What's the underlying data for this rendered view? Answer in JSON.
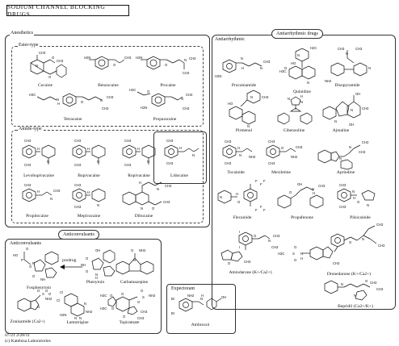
{
  "title": "SODIUM CHANNEL BLOCKING DRUGS",
  "groups": {
    "anesthetics": {
      "label": "Anesthetics",
      "ester_label": "Ester-type",
      "amide_label": "Amide-type",
      "ester_drugs": [
        "Cocaine",
        "Benzocaine",
        "Procaine",
        "Tetracaine",
        "Proparacaine"
      ],
      "amide_drugs": [
        "Levobupivacaine",
        "Bupivacaine",
        "Ropivacaine",
        "Lidocaine",
        "Propitocaine",
        "Mepivacaine",
        "Dibucaine"
      ]
    },
    "antiarrhythmic": {
      "label": "Antiarrhythmic",
      "tag": "Antiarrhythmic drugs",
      "drugs": [
        "Procainamide",
        "Quinidine",
        "Disopyramide",
        "Pirmenol",
        "Cibenzoline",
        "Ajmaline",
        "Tocainide",
        "Mexiletine",
        "Aprindine",
        "Flecainide",
        "Propafenone",
        "Pilsicainide",
        "Amiodarone (K+/Ca2+)",
        "Dronedarone (K+/Ca2+)",
        "Bepridil (Ca2+/K+)"
      ]
    },
    "anticonvulsants": {
      "label": "Anticonvulsants",
      "tag": "Anticonvulsants",
      "drugs": [
        "Fosphenytoin",
        "Phenytoin",
        "Carbamazepine",
        "Zonisamide (Ca2+)",
        "Lamotrigine",
        "Topiramate"
      ],
      "arrow_label": "prodrug"
    },
    "expectorant": {
      "label": "Expectorant",
      "drugs": [
        "Ambroxol"
      ]
    }
  },
  "atom_labels": {
    "cocaine": [
      "CH3",
      "N",
      "O",
      "CH3",
      "O"
    ],
    "benzocaine": [
      "H2N",
      "O",
      "CH3"
    ],
    "procaine": [
      "H2N",
      "O",
      "N",
      "CH3",
      "CH3"
    ],
    "tetracaine": [
      "H3C",
      "N",
      "H",
      "O",
      "N",
      "CH3",
      "CH3"
    ],
    "proparacaine": [
      "H3C",
      "O",
      "H2N",
      "N",
      "CH3",
      "CH3"
    ],
    "levobupivacaine": [
      "CH3",
      "N",
      "H",
      "CH3"
    ],
    "bupivacaine": [
      "CH3",
      "N",
      "H",
      "CH3"
    ],
    "ropivacaine": [
      "CH3",
      "N",
      "H",
      "CH3"
    ],
    "lidocaine": [
      "CH3",
      "H",
      "N",
      "CH3"
    ],
    "propitocaine": [
      "CH3",
      "H",
      "N",
      "CH3"
    ],
    "mepivacaine": [
      "CH3",
      "N",
      "H",
      "CH3"
    ],
    "dibucaine": [
      "N",
      "CH3",
      "O",
      "N",
      "H",
      "CH3"
    ],
    "procainamide": [
      "H2N",
      "N",
      "H",
      "N",
      "CH3"
    ],
    "quinidine": [
      "H2C",
      "N",
      "HO",
      "H3C",
      "O",
      "N"
    ],
    "disopyramide": [
      "CH3",
      "N",
      "CH3",
      "NH2",
      "N"
    ],
    "pirmenol": [
      "HO",
      "N",
      "N",
      "CH3"
    ],
    "cibenzoline": [
      "N",
      "H",
      "N"
    ],
    "ajmaline": [
      "N",
      "OH",
      "CH3",
      "OH",
      "N"
    ],
    "tocainide": [
      "CH3",
      "H",
      "N",
      "NH2",
      "CH3"
    ],
    "mexiletine": [
      "CH3",
      "O",
      "CH3",
      "NH2",
      "CH3"
    ],
    "aprindine": [
      "N",
      "CH3",
      "CH3",
      "N"
    ],
    "flecainide": [
      "N",
      "H",
      "O",
      "F",
      "F",
      "F",
      "F",
      "F",
      "F"
    ],
    "propafenone": [
      "OH",
      "O",
      "N",
      "H",
      "CH3"
    ],
    "pilsicainide": [
      "CH3",
      "N",
      "H",
      "O",
      "N",
      "CH3"
    ],
    "amiodarone": [
      "I",
      "O",
      "N",
      "CH3",
      "CH3",
      "I",
      "O",
      "CH3"
    ],
    "dronedarone": [
      "O",
      "N",
      "CH3",
      "CH3",
      "H3C",
      "O",
      "S",
      "N",
      "H",
      "O",
      "CH3"
    ],
    "bepridil": [
      "N",
      "CH3",
      "O",
      "CH3",
      "N"
    ],
    "fosphenytoin": [
      "HO",
      "P",
      "O",
      "O",
      "N",
      "O",
      "NH"
    ],
    "phenytoin": [
      "OH",
      "O",
      "NH",
      "O",
      "N",
      "H"
    ],
    "carbamazepine": [
      "O",
      "NH2",
      "N"
    ],
    "zonisamide": [
      "O",
      "NH2",
      "S",
      "O",
      "O",
      "N"
    ],
    "lamotrigine": [
      "Cl",
      "Cl",
      "N",
      "NH2",
      "N",
      "N",
      "H2N"
    ],
    "topiramate": [
      "H3C",
      "O",
      "H3C",
      "O",
      "O",
      "O",
      "NH2",
      "S",
      "O",
      "CH3",
      "O",
      "CH3"
    ],
    "ambroxol": [
      "Br",
      "NH2",
      "N",
      "H",
      "Br",
      "OH"
    ]
  },
  "footer": {
    "line1": "07/21 2/28/11",
    "line2": "(c) Katehisa Laboratories"
  }
}
